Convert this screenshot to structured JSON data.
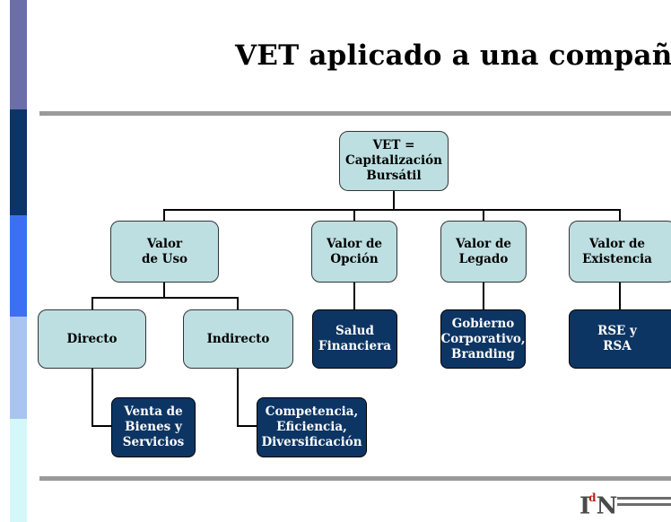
{
  "slide": {
    "title": "VET aplicado a una compañía"
  },
  "diagram": {
    "root": {
      "label": "VET =\nCapitalización\nBursátil"
    },
    "level1": [
      {
        "id": "uso",
        "label": "Valor\nde Uso"
      },
      {
        "id": "opcion",
        "label": "Valor de\nOpción"
      },
      {
        "id": "legado",
        "label": "Valor de\nLegado"
      },
      {
        "id": "existencia",
        "label": "Valor de\nExistencia"
      }
    ],
    "level2": [
      {
        "id": "directo",
        "label": "Directo"
      },
      {
        "id": "indirecto",
        "label": "Indirecto"
      }
    ],
    "outcomes": {
      "salud": "Salud\nFinanciera",
      "gobierno": "Gobierno\nCorporativo,\nBranding",
      "rse": "RSE y\nRSA",
      "venta": "Venta de\nBienes y\nServicios",
      "competencia": "Competencia,\nEficiencia,\nDiversificación"
    }
  },
  "colors": {
    "light_box": "#bddfe1",
    "dark_box": "#0c3564",
    "rule": "#9a9a9a"
  },
  "logo": {
    "name": "IdN logo"
  }
}
